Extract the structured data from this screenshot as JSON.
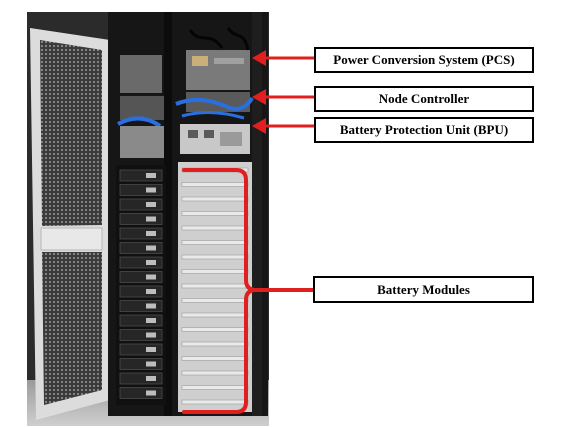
{
  "labels": {
    "pcs": "Power Conversion System (PCS)",
    "node": "Node Controller",
    "bpu": "Battery Protection Unit (BPU)",
    "battery": "Battery Modules"
  },
  "colors": {
    "arrow": "#e0201e",
    "bracket": "#e0201e",
    "cabinet": "#141414",
    "door_frame": "#d8d8d8",
    "cable_blue": "#2a6fe0"
  }
}
